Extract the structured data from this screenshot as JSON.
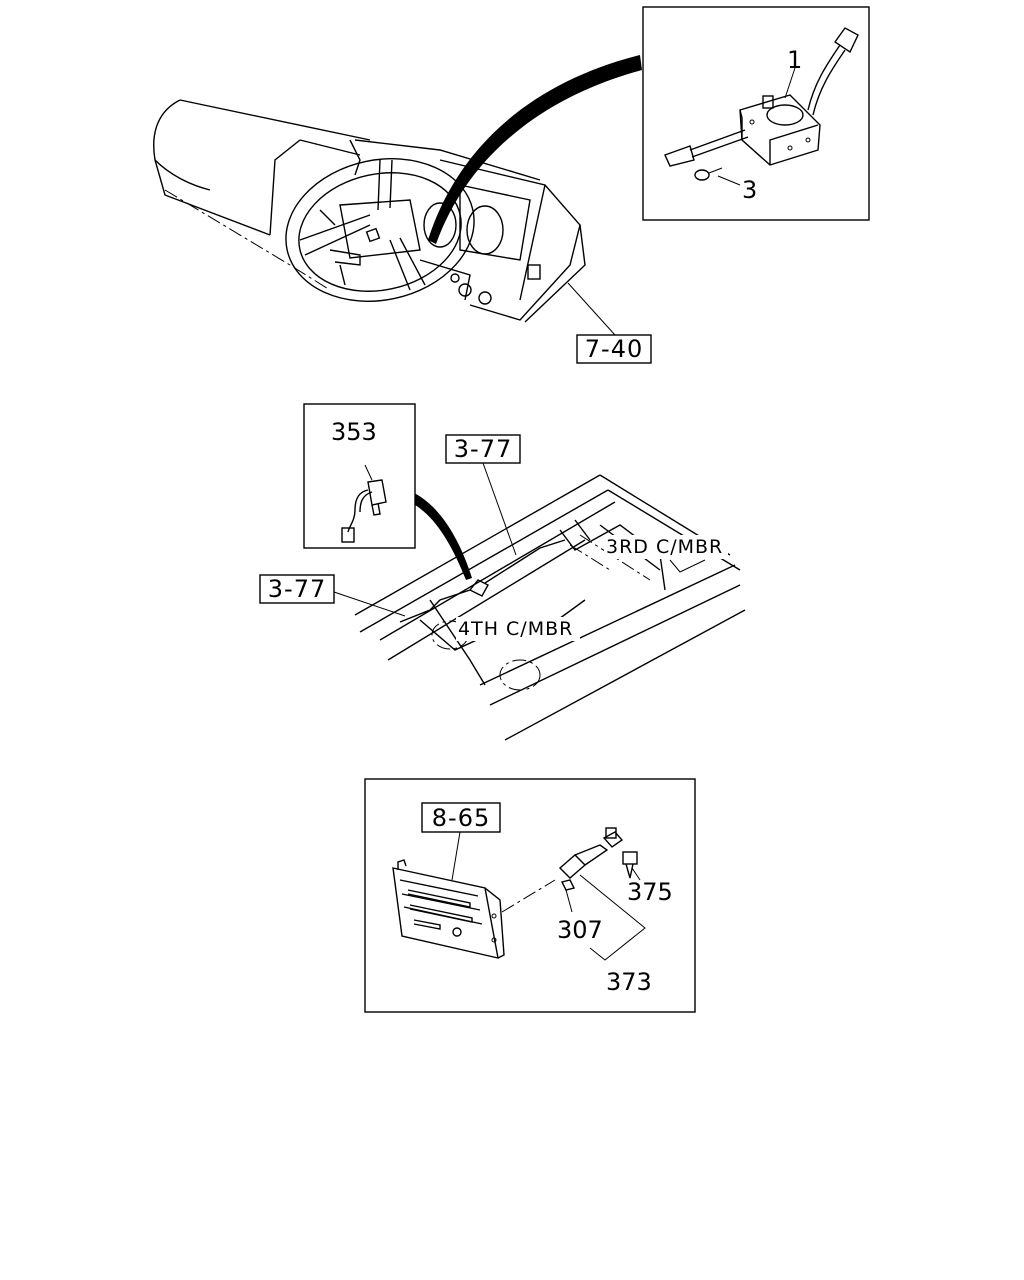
{
  "diagram": {
    "section_dashboard": {
      "callouts": {
        "lever_assembly": "1",
        "screw": "3"
      },
      "reference": "7-40"
    },
    "section_frame": {
      "callouts": {
        "sensor": "353"
      },
      "references": {
        "upper": "3-77",
        "lower": "3-77"
      },
      "crossmember_labels": {
        "third": "3RD C/MBR",
        "fourth": "4TH C/MBR"
      }
    },
    "section_panel": {
      "reference": "8-65",
      "callouts": {
        "bolt": "375",
        "clip": "307",
        "assembly": "373"
      }
    }
  }
}
